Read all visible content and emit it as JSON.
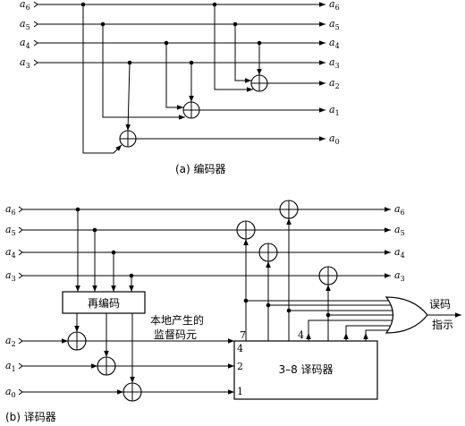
{
  "encoder": {
    "caption": "(a)  编码器",
    "inputs": [
      {
        "letter": "a",
        "sub": "6"
      },
      {
        "letter": "a",
        "sub": "5"
      },
      {
        "letter": "a",
        "sub": "4"
      },
      {
        "letter": "a",
        "sub": "3"
      }
    ],
    "outputs": [
      {
        "letter": "a",
        "sub": "6"
      },
      {
        "letter": "a",
        "sub": "5"
      },
      {
        "letter": "a",
        "sub": "4"
      },
      {
        "letter": "a",
        "sub": "3"
      },
      {
        "letter": "a",
        "sub": "2"
      },
      {
        "letter": "a",
        "sub": "1"
      },
      {
        "letter": "a",
        "sub": "0"
      }
    ]
  },
  "decoder": {
    "caption": "(b)  译码器",
    "inputs": [
      {
        "letter": "a",
        "sub": "6"
      },
      {
        "letter": "a",
        "sub": "5"
      },
      {
        "letter": "a",
        "sub": "4"
      },
      {
        "letter": "a",
        "sub": "3"
      },
      {
        "letter": "a",
        "sub": "2"
      },
      {
        "letter": "a",
        "sub": "1"
      },
      {
        "letter": "a",
        "sub": "0"
      }
    ],
    "outputs": [
      {
        "letter": "a",
        "sub": "6"
      },
      {
        "letter": "a",
        "sub": "5"
      },
      {
        "letter": "a",
        "sub": "4"
      },
      {
        "letter": "a",
        "sub": "3"
      }
    ],
    "reencoder_label": "再编码",
    "local_check_label_line1": "本地产生的",
    "local_check_label_line2": "监督码元",
    "decoder38_label": "3–8 译码器",
    "pins": {
      "top": "7",
      "p4": "4",
      "p2": "2",
      "p1": "1",
      "bottom": "4"
    },
    "error_label_line1": "误码",
    "error_label_line2": "指示"
  }
}
